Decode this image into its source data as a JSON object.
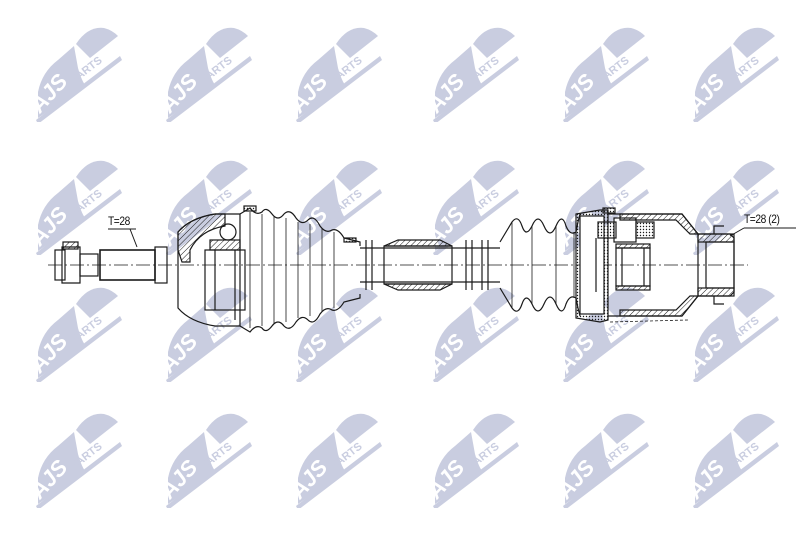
{
  "diagram": {
    "subject": "drive shaft technical drawing",
    "watermark": {
      "text_main": "AJS",
      "text_sub": "PARTS",
      "color": "#c9cde0",
      "grid": {
        "columns_x": [
          28,
          158,
          288,
          425,
          555,
          685
        ],
        "rows_y": [
          22,
          155,
          282,
          408
        ]
      }
    },
    "annotations": {
      "left_spline": "T=28",
      "right_spline": "T=28 (2)"
    },
    "colors": {
      "line": "#1a1a1a",
      "background": "#ffffff"
    },
    "parts": [
      "outer-stub-shaft",
      "outer-cv-joint",
      "outer-boot",
      "shaft-bar",
      "damper-weight",
      "inner-boot",
      "inner-tripod-joint-housing",
      "inner-stub"
    ]
  }
}
